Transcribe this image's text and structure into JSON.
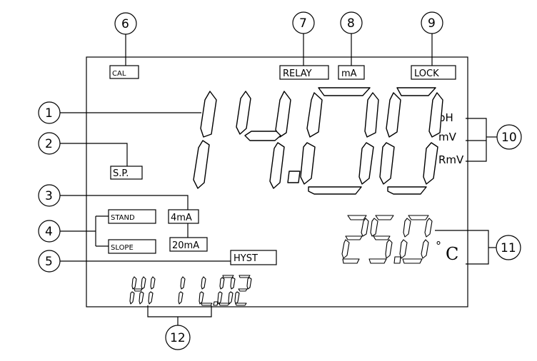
{
  "indicators": {
    "cal": "CAL",
    "relay": "RELAY",
    "ma": "mA",
    "lock": "LOCK",
    "sp": "S.P.",
    "stand": "STAND",
    "slope": "SLOPE",
    "four_ma": "4mA",
    "twenty_ma": "20mA",
    "hyst": "HYST"
  },
  "units": {
    "ph": "pH",
    "mv": "mV",
    "rmv": "RmV",
    "degree": "°",
    "celsius": "C"
  },
  "callouts": [
    "1",
    "2",
    "3",
    "4",
    "5",
    "6",
    "7",
    "8",
    "9",
    "10",
    "11",
    "12"
  ],
  "display": {
    "main_reading": "14.00",
    "temperature": "25.0",
    "bottom_text": "HI 1 L02"
  }
}
